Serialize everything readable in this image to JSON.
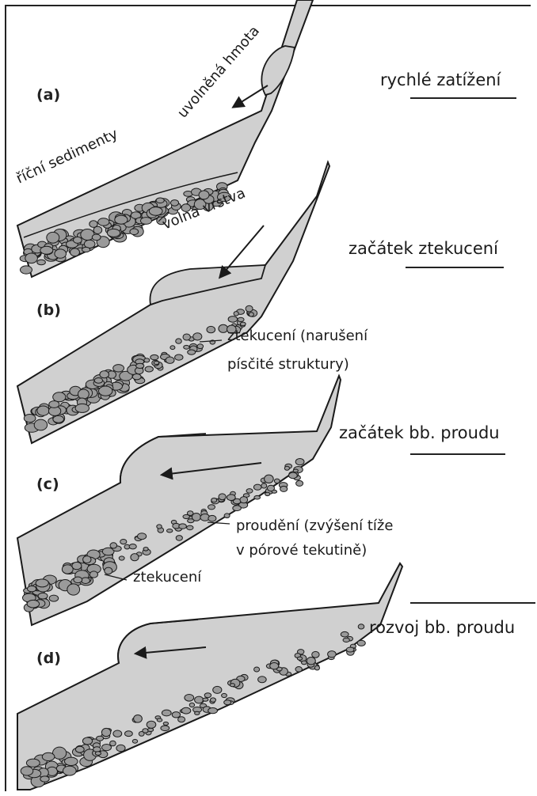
{
  "panels": [
    {
      "letter": "(a)",
      "stage": "rychlé zatížení"
    },
    {
      "letter": "(b)",
      "stage": "začátek ztekucení"
    },
    {
      "letter": "(c)",
      "stage": "začátek bb. proudu"
    },
    {
      "letter": "(d)",
      "stage": "rozvoj bb. proudu"
    }
  ],
  "notes": {
    "released_mass": "uvolněná hmota",
    "river_sediments": "říční sedimenty",
    "loose_layer": "volná vrstva",
    "liquefaction_1": "ztekucení (narušení",
    "liquefaction_2": "písčité struktury)",
    "flow_1": "proudění (zvýšení tíže",
    "flow_2": "v pórové tekutině)",
    "liquefaction_c": "ztekucení"
  },
  "colors": {
    "fill": "#d0d0d0",
    "stroke": "#1a1a1a",
    "grain": "#9a9a9a"
  }
}
